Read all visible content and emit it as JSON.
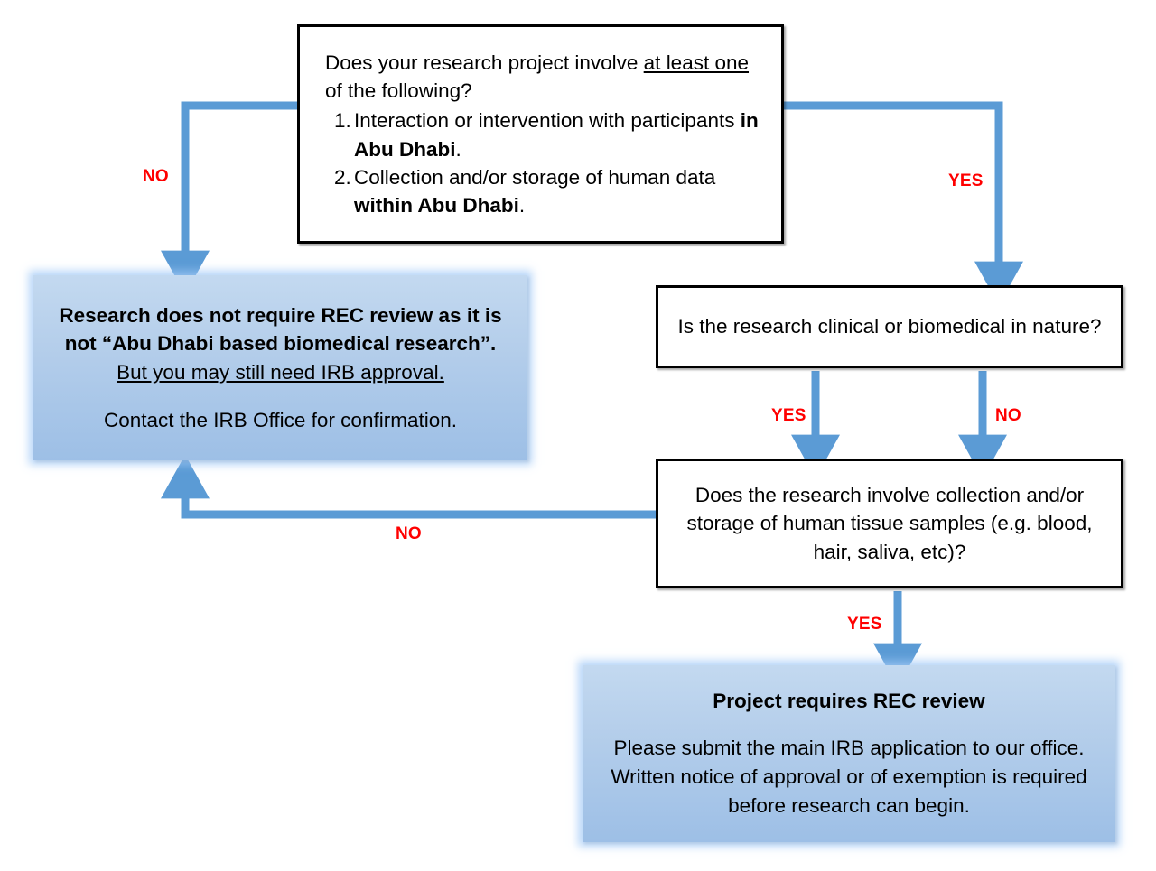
{
  "diagram": {
    "title": "REC review decision flowchart",
    "colors": {
      "arrow": "#5B9BD5",
      "edge_label": "#FF0000",
      "terminal_fill_top": "#C3D9F0",
      "terminal_fill_bottom": "#9DBFE6",
      "decision_border": "#000000",
      "decision_fill": "#FFFFFF"
    }
  },
  "nodes": {
    "q1": {
      "heading_part1": "Does your research project involve ",
      "heading_emph1": "at least one",
      "heading_part2": " of the following?",
      "items": [
        {
          "number": "1.",
          "text_part1": "Interaction or intervention with participants ",
          "text_emph": "in Abu Dhabi",
          "text_part2": "."
        },
        {
          "number": "2.",
          "text_part1": "Collection and/or storage of human data ",
          "text_emph": "within Abu Dhabi",
          "text_part2": "."
        }
      ]
    },
    "outcome_no_rec": {
      "line1": "Research does not require REC review as it is not “Abu Dhabi based biomedical research”.",
      "line2": "But you may still need IRB approval.",
      "line3": "Contact the IRB Office for confirmation."
    },
    "q2": {
      "text": "Is the research clinical or biomedical in nature?"
    },
    "q3": {
      "text": "Does the research involve collection and/or storage of human tissue samples (e.g. blood, hair, saliva, etc)?"
    },
    "outcome_rec": {
      "heading": "Project requires REC review",
      "body": "Please submit the main IRB application to our office. Written notice of approval or of exemption is required before research can begin."
    }
  },
  "edges": {
    "q1_no": {
      "label": "NO"
    },
    "q1_yes": {
      "label": "YES"
    },
    "q2_yes": {
      "label": "YES"
    },
    "q2_no": {
      "label": "NO"
    },
    "q3_no": {
      "label": "NO"
    },
    "q3_yes": {
      "label": "YES"
    }
  }
}
